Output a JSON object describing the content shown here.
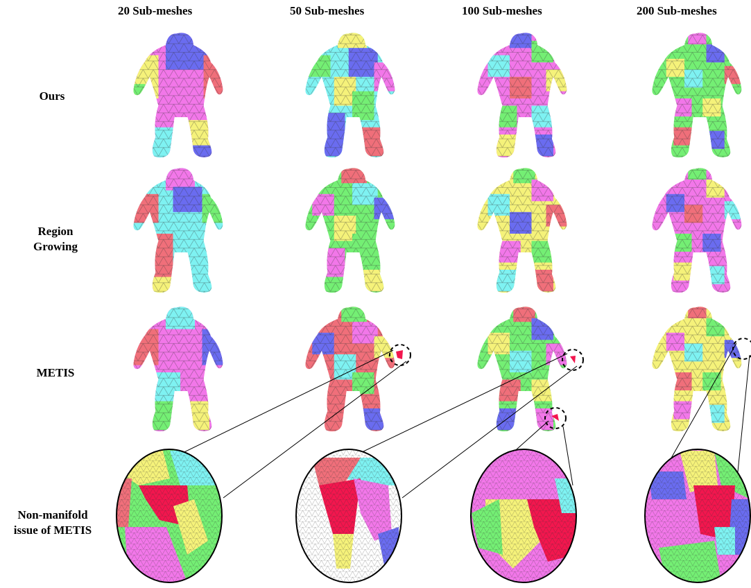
{
  "columns": [
    "20 Sub-meshes",
    "50 Sub-meshes",
    "100 Sub-meshes",
    "200 Sub-meshes"
  ],
  "rows": {
    "ours": "Ours",
    "region_growing_l1": "Region",
    "region_growing_l2": "Growing",
    "metis": "METIS",
    "nonmanifold_l1": "Non-manifold",
    "nonmanifold_l2": "issue of METIS"
  },
  "palette": [
    "#6a6cf0",
    "#f277e9",
    "#f5f27a",
    "#74ef74",
    "#7ef2f2",
    "#f06f7a"
  ],
  "highlight_color": "#f2164e",
  "icons": {
    "figure": "gorilla-mesh",
    "callout": "dashed-circle",
    "zoom": "zoom-circle"
  }
}
